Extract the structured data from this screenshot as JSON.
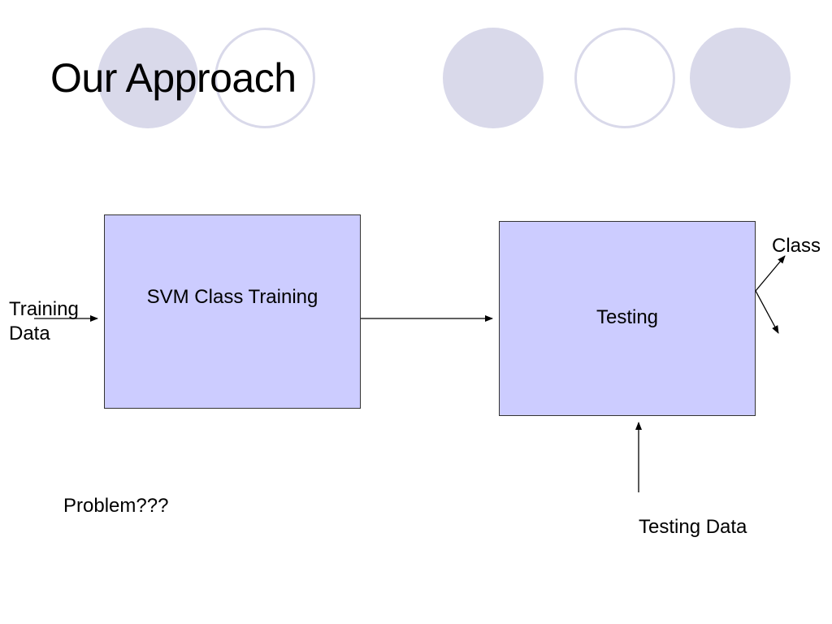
{
  "slide": {
    "title": "Our Approach",
    "boxes": {
      "training": "SVM Class Training",
      "testing": "Testing"
    },
    "labels": {
      "training_data_line1": "Training",
      "training_data_line2": "Data",
      "class_output": "Class",
      "testing_data": "Testing Data",
      "problem": "Problem???"
    },
    "colors": {
      "box_fill": "#ccccff",
      "decor_circle": "#d9d9ea"
    }
  }
}
